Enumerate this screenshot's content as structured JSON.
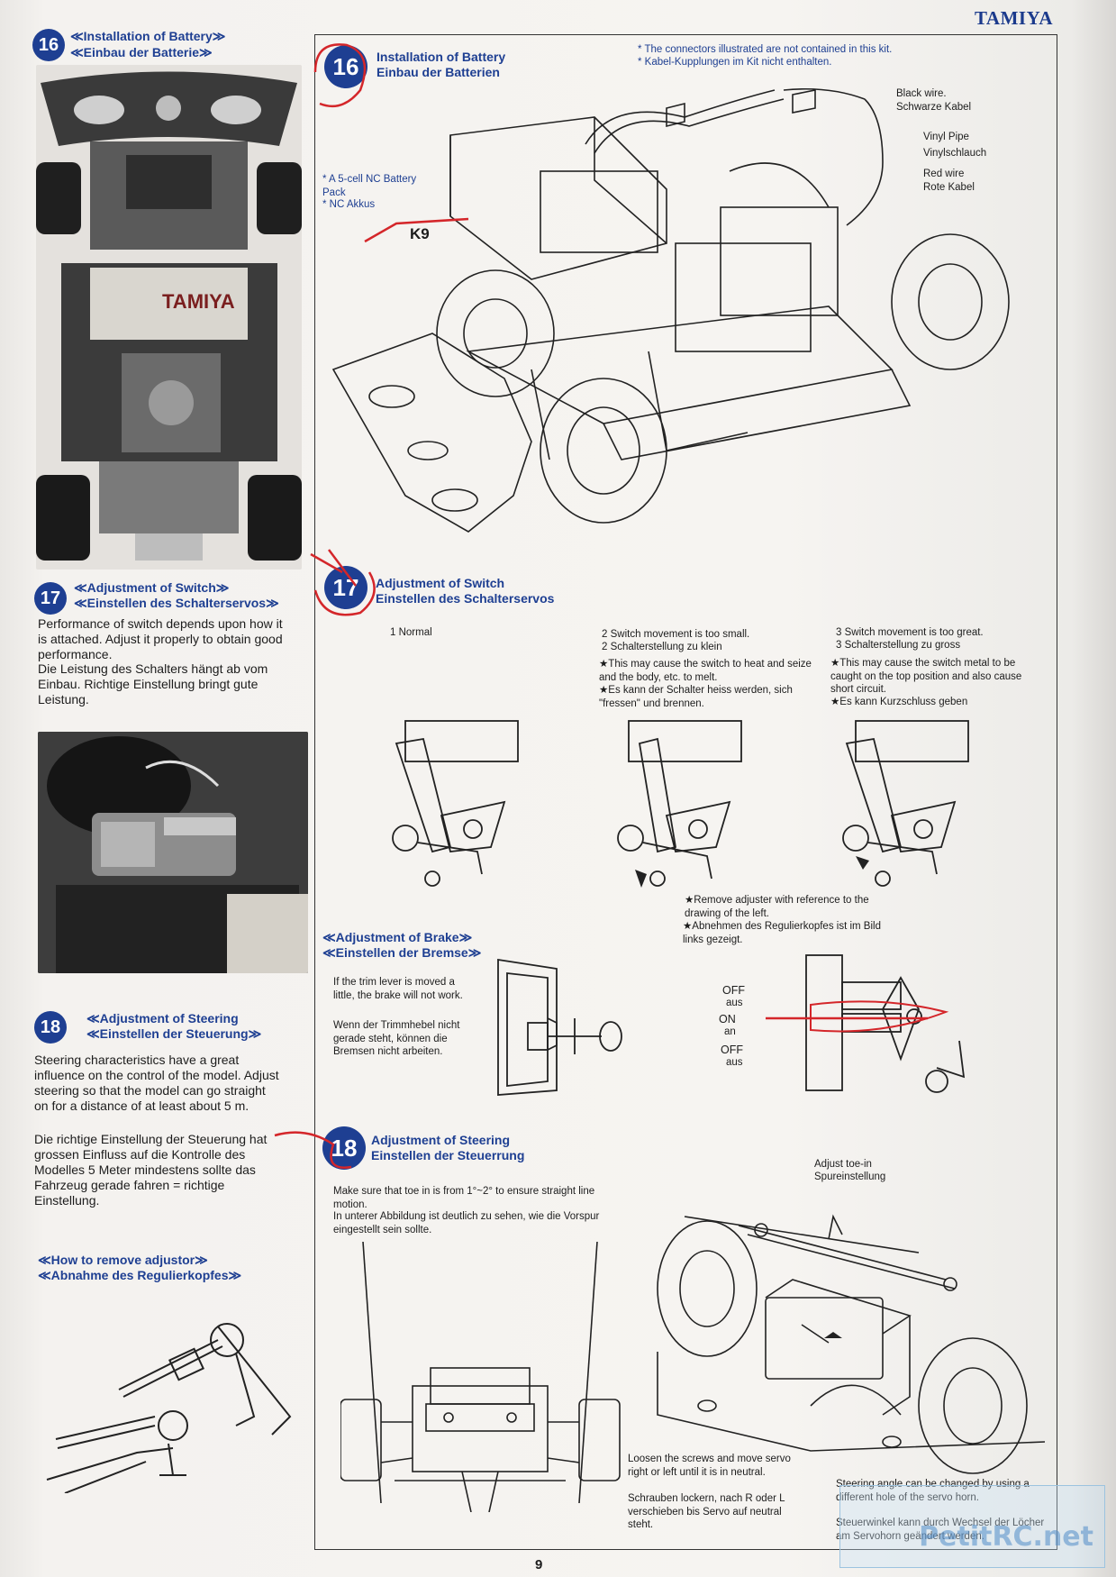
{
  "brand": "TAMIYA",
  "page_number": "9",
  "left": {
    "s16": {
      "num": "16",
      "title_en": "≪Installation of Battery≫",
      "title_de": "≪Einbau der Batterie≫"
    },
    "s17": {
      "num": "17",
      "title_en": "≪Adjustment of Switch≫",
      "title_de": "≪Einstellen des Schalterservos≫",
      "text_en": "Performance of switch depends upon how it is attached. Adjust it properly to obtain good performance.",
      "text_de": "Die Leistung des Schalters hängt ab vom Einbau. Richtige Einstellung bringt gute Leistung."
    },
    "s18": {
      "num": "18",
      "title_en": "≪Adjustment of Steering",
      "title_de": "≪Einstellen der Steuerung≫",
      "text_en": "Steering characteristics have a great influence on the control of the model. Adjust steering so that the model can go straight on for a distance of at least about 5 m.",
      "text_de": "Die richtige Einstellung der Steuerung hat grossen Einfluss auf die Kontrolle des Modelles 5 Meter mindestens sollte das Fahrzeug gerade fahren = richtige Einstellung."
    },
    "remove": {
      "title_en": "≪How to remove adjustor≫",
      "title_de": "≪Abnahme des Regulierkopfes≫"
    }
  },
  "right": {
    "s16": {
      "num": "16",
      "title_en": "Installation of Battery",
      "title_de": "Einbau der Batterien",
      "note1": "* The connectors illustrated are not contained in this kit.",
      "note2": "* Kabel-Kupplungen im Kit nicht enthalten.",
      "black_wire_en": "Black wire.",
      "black_wire_de": "Schwarze Kabel",
      "vinyl_en": "Vinyl Pipe",
      "vinyl_de": "Vinylschlauch",
      "red_en": "Red wire",
      "red_de": "Rote Kabel",
      "battery_en": "* A 5-cell NC Battery Pack",
      "battery_de": "* NC Akkus",
      "k9": "K9"
    },
    "s17": {
      "num": "17",
      "title_en": "Adjustment of Switch",
      "title_de": "Einstellen des Schalterservos",
      "normal": "1 Normal",
      "c2_en": "2 Switch movement is too small.",
      "c2_de": "2 Schalterstellung zu klein",
      "c2_note_en": "★This may cause the switch to heat and seize and the body, etc. to melt.",
      "c2_note_de": "★Es kann der Schalter heiss werden, sich \"fressen\" und brennen.",
      "c3_en": "3 Switch movement is too great.",
      "c3_de": "3 Schalterstellung zu gross",
      "c3_note_en": "★This may cause the switch metal to be caught on the top position and also cause short circuit.",
      "c3_note_de": "★Es kann Kurzschluss geben",
      "remove_en": "★Remove adjuster with reference to the drawing of the left.",
      "remove_de": "★Abnehmen des Regulierkopfes ist im Bild links gezeigt.",
      "off1": "OFF",
      "aus1": "aus",
      "on": "ON",
      "an": "an",
      "off2": "OFF",
      "aus2": "aus"
    },
    "brake": {
      "title_en": "≪Adjustment of Brake≫",
      "title_de": "≪Einstellen der Bremse≫",
      "text_en": "If the trim lever is moved a little, the brake will not work.",
      "text_de": "Wenn der Trimmhebel nicht gerade steht, können die Bremsen nicht arbeiten."
    },
    "s18": {
      "num": "18",
      "title_en": "Adjustment of Steering",
      "title_de": "Einstellen der Steuerrung",
      "text_en": "Make sure that toe in is from 1°~2° to ensure straight line motion.",
      "text_de": "In unterer Abbildung ist deutlich zu sehen, wie die Vorspur eingestellt sein sollte.",
      "toe_en": "Adjust toe-in",
      "toe_de": "Spureinstellung",
      "loosen_en": "Loosen the screws and move servo right or left until it is in neutral.",
      "loosen_de": "Schrauben lockern, nach R oder L verschieben bis Servo auf neutral steht.",
      "angle_en": "Steering angle can be changed by using a different hole of the servo horn.",
      "angle_de": "Steuerwinkel kann durch Wechsel der Löcher am Servohorn geändert werden."
    }
  },
  "watermark": "PetitRC.net"
}
